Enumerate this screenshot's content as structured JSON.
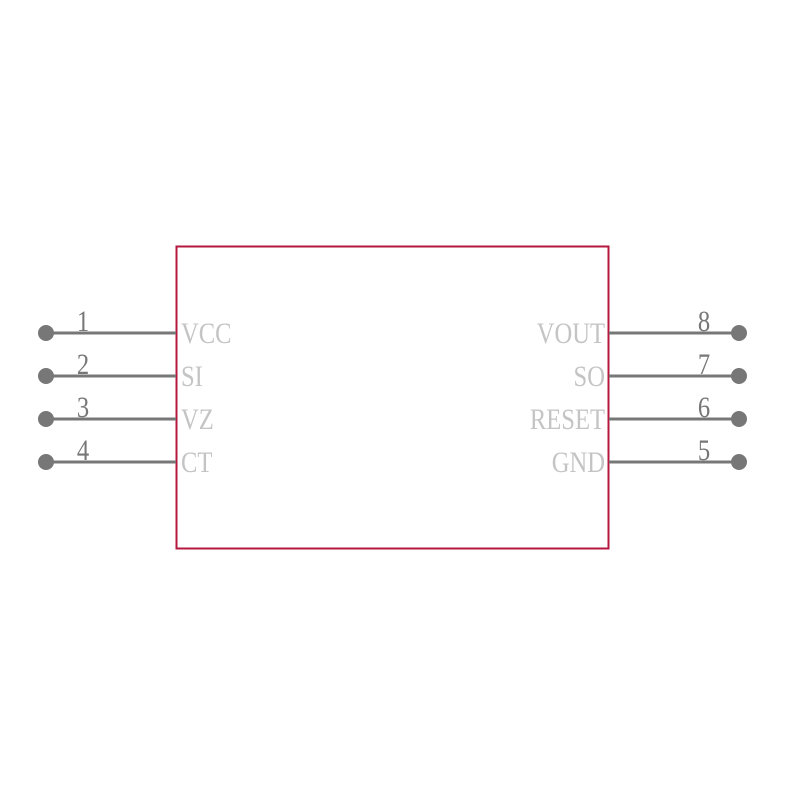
{
  "component": {
    "outline_color": "#b5173f",
    "pin_color": "#777777",
    "label_color": "#c4c4c4",
    "left_pins": [
      {
        "number": "1",
        "name": "VCC"
      },
      {
        "number": "2",
        "name": "SI"
      },
      {
        "number": "3",
        "name": "VZ"
      },
      {
        "number": "4",
        "name": "CT"
      }
    ],
    "right_pins": [
      {
        "number": "8",
        "name": "VOUT"
      },
      {
        "number": "7",
        "name": "SO"
      },
      {
        "number": "6",
        "name": "RESET"
      },
      {
        "number": "5",
        "name": "GND"
      }
    ]
  }
}
